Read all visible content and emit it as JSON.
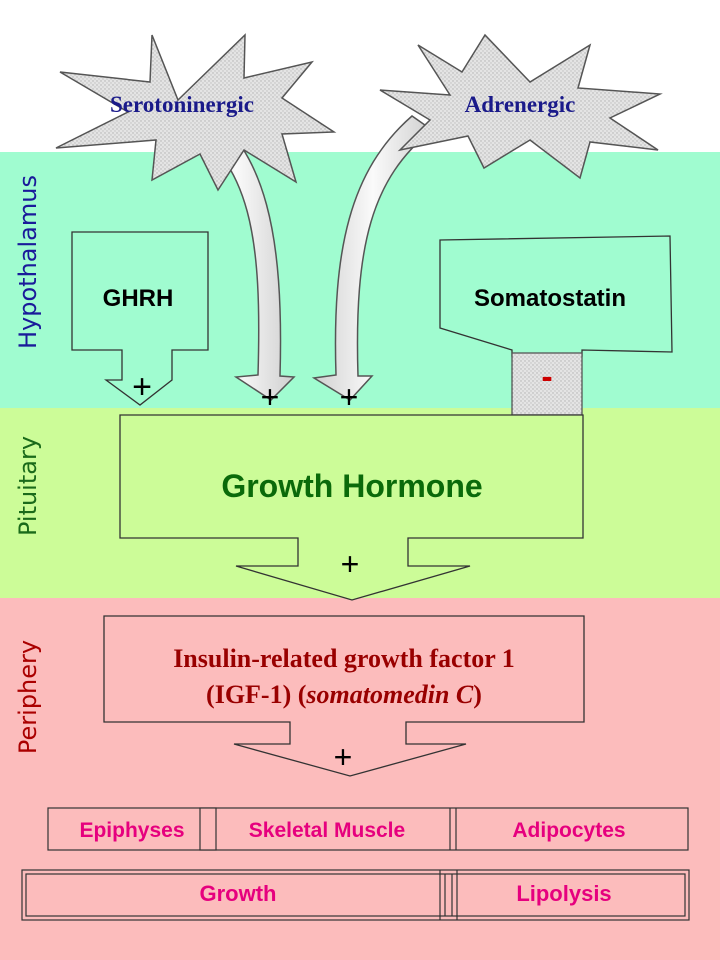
{
  "bands": {
    "hypothalamus": "Hypothalamus",
    "pituitary": "Pituitary",
    "periphery": "Periphery"
  },
  "stimuli": {
    "serotoninergic": "Serotoninergic",
    "adrenergic": "Adrenergic"
  },
  "hormones": {
    "ghrh": "GHRH",
    "somatostatin": "Somatostatin",
    "growth_hormone": "Growth Hormone",
    "igf_line1": "Insulin-related growth factor 1",
    "igf_line2_prefix": "(IGF-1)  (",
    "igf_line2_italic": "somatomedin C",
    "igf_line2_suffix": ")"
  },
  "signs": {
    "ghrh_plus": "+",
    "sero_plus": "+",
    "adren_plus": "+",
    "somatostatin_minus": "-",
    "gh_plus": "+",
    "igf_plus": "+"
  },
  "targets": [
    "Epiphyses",
    "Skeletal Muscle",
    "Adipocytes"
  ],
  "effects": [
    "Growth",
    "Lipolysis"
  ],
  "colors": {
    "hypothalamus_band": "#a0fcd0",
    "pituitary_band": "#ccfc98",
    "periphery_band": "#fcbcbc",
    "hypothalamus_label": "#1a1a9a",
    "pituitary_label": "#1a6a1a",
    "periphery_label": "#aa0000",
    "stimulus_text": "#1a1a8a",
    "growth_hormone_text": "#0a6a0a",
    "igf_text": "#990000",
    "magenta_text": "#e6007e",
    "minus_text": "#cc0000"
  }
}
